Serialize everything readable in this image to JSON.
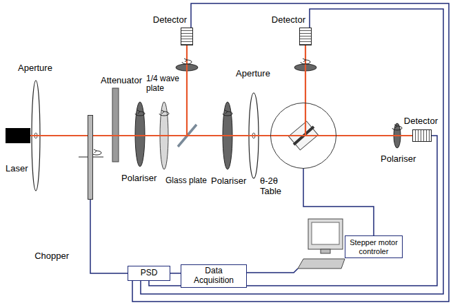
{
  "diagram": {
    "nodes": [
      {
        "text": [
          "Detector"
        ]
      },
      {
        "text": [
          "Detector"
        ]
      },
      {
        "text": [
          "Laser"
        ]
      },
      {
        "text": [
          "θ-2θ Table"
        ]
      },
      {
        "text": [
          "Detector"
        ]
      },
      {
        "text": [
          "Chopper"
        ]
      },
      {
        "text": [
          "Stepper motor controler"
        ]
      },
      {
        "text": [
          "PSD"
        ]
      },
      {
        "text": [
          "Data Acquisition"
        ]
      }
    ],
    "edges": [
      {
        "from": 5,
        "to": 7,
        "arrow": "none"
      },
      {
        "from": 7,
        "to": 8,
        "arrow": "none"
      },
      {
        "from": 0,
        "to": 7,
        "arrow": "none"
      },
      {
        "from": 1,
        "to": 7,
        "arrow": "none"
      },
      {
        "from": 4,
        "to": 7,
        "arrow": "none"
      },
      {
        "from": 6,
        "to": 3,
        "arrow": "none"
      }
    ],
    "labels": [
      "Aperture",
      "Attenuator",
      "1/4 wave plate",
      "Aperture",
      "Polariser",
      "Glass plate",
      "Polariser",
      "Polariser"
    ]
  }
}
